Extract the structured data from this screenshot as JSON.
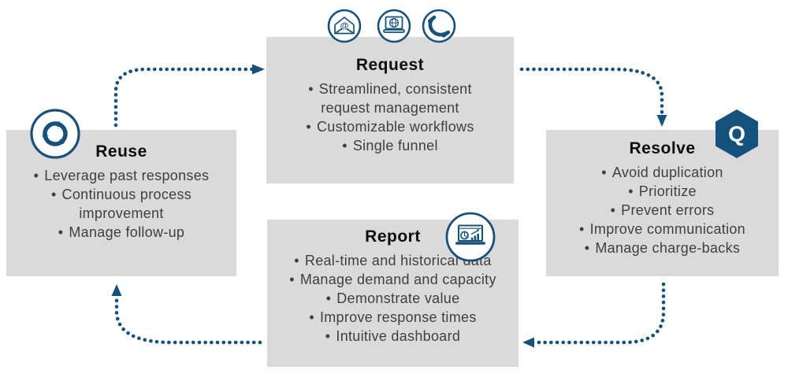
{
  "bullet_char": "•",
  "palette": {
    "accent_blue": "#15517d",
    "box_gray": "#dadada",
    "title_color": "#0d0d0d",
    "text_color": "#3f3f3f",
    "background": "#ffffff",
    "badge_text_color": "#ffffff"
  },
  "nodes": {
    "request": {
      "title": "Request",
      "bullets": [
        "Streamlined, consistent request management",
        "Customizable workflows",
        "Single funnel"
      ]
    },
    "resolve": {
      "title": "Resolve",
      "bullets": [
        "Avoid duplication",
        "Prioritize",
        "Prevent errors",
        "Improve communication",
        "Manage charge-backs"
      ]
    },
    "report": {
      "title": "Report",
      "bullets": [
        "Real-time and historical data",
        "Manage demand and capacity",
        "Demonstrate value",
        "Improve response times",
        "Intuitive dashboard"
      ]
    },
    "reuse": {
      "title": "Reuse",
      "bullets": [
        "Leverage past responses",
        "Continuous process improvement",
        "Manage follow-up"
      ]
    }
  },
  "badge": {
    "label": "Q"
  },
  "icons": {
    "request_channels": [
      "email-icon",
      "web-browser-icon",
      "phone-icon"
    ],
    "reuse": "recycle-icon",
    "report": "dashboard-chart-icon",
    "resolve": "q-hexagon-badge"
  }
}
